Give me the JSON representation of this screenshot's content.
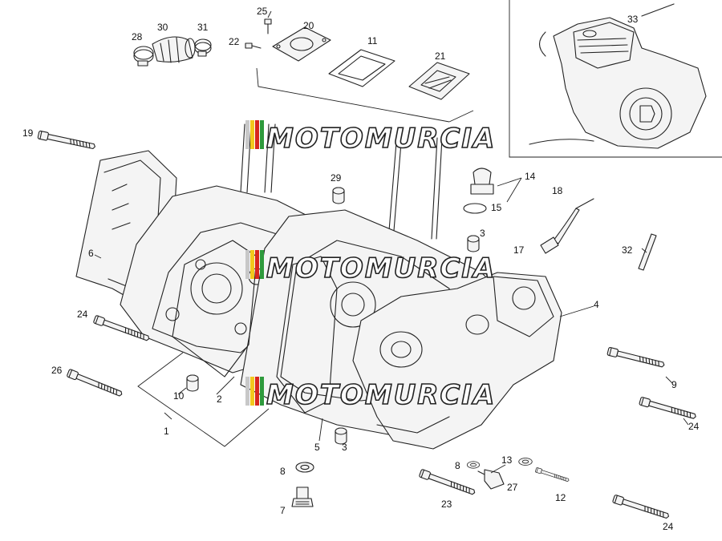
{
  "watermark": {
    "text": "MOTOMURCIA",
    "colors": [
      "#c8c8c8",
      "#f2c81c",
      "#d8261c",
      "#2e9a3c"
    ]
  },
  "callouts": [
    {
      "id": "c25",
      "text": "25"
    },
    {
      "id": "c20",
      "text": "20"
    },
    {
      "id": "c30",
      "text": "30"
    },
    {
      "id": "c31",
      "text": "31"
    },
    {
      "id": "c28",
      "text": "28"
    },
    {
      "id": "c22",
      "text": "22"
    },
    {
      "id": "c11",
      "text": "11"
    },
    {
      "id": "c21",
      "text": "21"
    },
    {
      "id": "c33",
      "text": "33"
    },
    {
      "id": "c19",
      "text": "19"
    },
    {
      "id": "c29",
      "text": "29"
    },
    {
      "id": "c14",
      "text": "14"
    },
    {
      "id": "c15",
      "text": "15"
    },
    {
      "id": "c18",
      "text": "18"
    },
    {
      "id": "c3a",
      "text": "3"
    },
    {
      "id": "c17",
      "text": "17"
    },
    {
      "id": "c32",
      "text": "32"
    },
    {
      "id": "c6",
      "text": "6"
    },
    {
      "id": "c4",
      "text": "4"
    },
    {
      "id": "c24a",
      "text": "24"
    },
    {
      "id": "c26",
      "text": "26"
    },
    {
      "id": "c10",
      "text": "10"
    },
    {
      "id": "c2",
      "text": "2"
    },
    {
      "id": "c9",
      "text": "9"
    },
    {
      "id": "c24b",
      "text": "24"
    },
    {
      "id": "c1",
      "text": "1"
    },
    {
      "id": "c5",
      "text": "5"
    },
    {
      "id": "c3b",
      "text": "3"
    },
    {
      "id": "c8a",
      "text": "8"
    },
    {
      "id": "c8b",
      "text": "8"
    },
    {
      "id": "c13",
      "text": "13"
    },
    {
      "id": "c27",
      "text": "27"
    },
    {
      "id": "c12",
      "text": "12"
    },
    {
      "id": "c7",
      "text": "7"
    },
    {
      "id": "c23",
      "text": "23"
    },
    {
      "id": "c24c",
      "text": "24"
    }
  ]
}
